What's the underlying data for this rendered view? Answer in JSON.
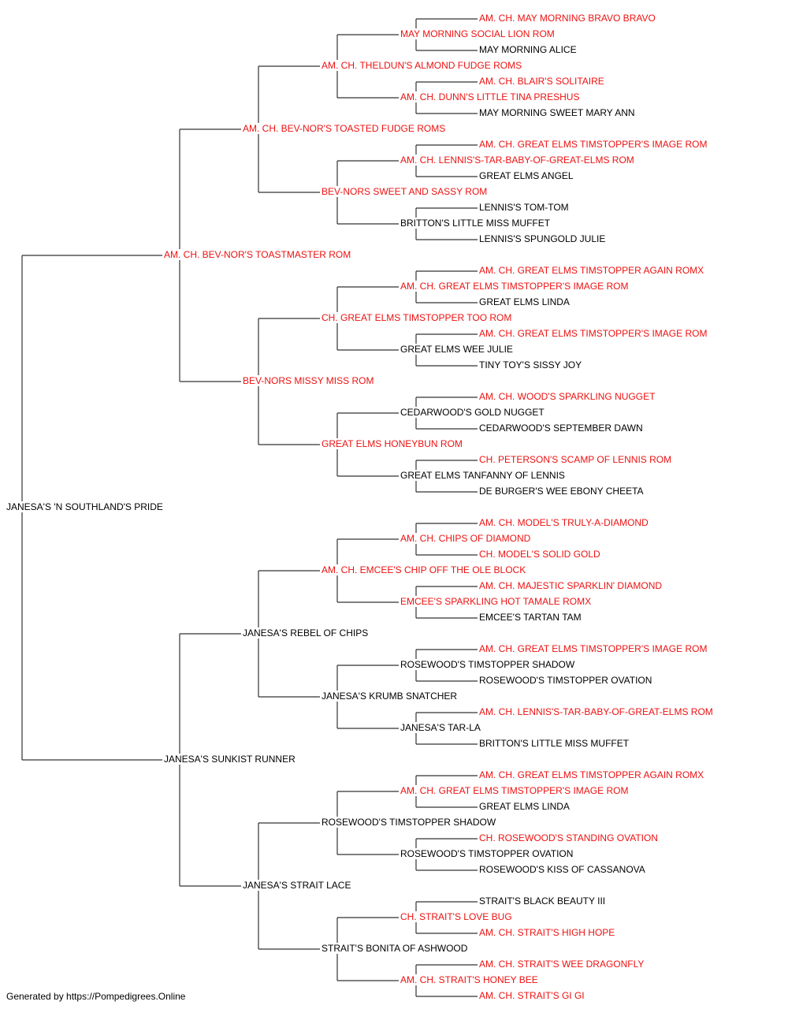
{
  "colors": {
    "titled": "#ee1111",
    "plain": "#000000",
    "line": "#333333"
  },
  "pedigree": {
    "subject": {
      "name": "JANESA'S 'N SOUTHLAND'S PRIDE",
      "titled": false
    },
    "sire": {
      "name": "AM. CH. BEV-NOR'S TOASTMASTER ROM",
      "titled": true
    },
    "dam": {
      "name": "JANESA'S SUNKIST RUNNER",
      "titled": false
    },
    "generation3": [
      {
        "name": "AM. CH. BEV-NOR'S TOASTED FUDGE ROMS",
        "titled": true
      },
      {
        "name": "BEV-NORS MISSY MISS ROM",
        "titled": true
      },
      {
        "name": "JANESA'S REBEL OF CHIPS",
        "titled": false
      },
      {
        "name": "JANESA'S STRAIT LACE",
        "titled": false
      }
    ],
    "generation4": [
      {
        "name": "AM. CH. THELDUN'S ALMOND FUDGE ROMS",
        "titled": true
      },
      {
        "name": "BEV-NORS SWEET AND SASSY ROM",
        "titled": true
      },
      {
        "name": "CH. GREAT ELMS TIMSTOPPER TOO ROM",
        "titled": true
      },
      {
        "name": "GREAT ELMS HONEYBUN ROM",
        "titled": true
      },
      {
        "name": "AM. CH. EMCEE'S CHIP OFF THE OLE BLOCK",
        "titled": true
      },
      {
        "name": "JANESA'S KRUMB SNATCHER",
        "titled": false
      },
      {
        "name": "ROSEWOOD'S TIMSTOPPER SHADOW",
        "titled": false
      },
      {
        "name": "STRAIT'S BONITA OF ASHWOOD",
        "titled": false
      }
    ],
    "generation5": [
      {
        "name": "MAY MORNING SOCIAL LION ROM",
        "titled": true
      },
      {
        "name": "AM. CH. DUNN'S LITTLE TINA PRESHUS",
        "titled": true
      },
      {
        "name": "AM. CH. LENNIS'S-TAR-BABY-OF-GREAT-ELMS ROM",
        "titled": true
      },
      {
        "name": "BRITTON'S LITTLE MISS MUFFET",
        "titled": false
      },
      {
        "name": "AM. CH. GREAT ELMS TIMSTOPPER'S IMAGE ROM",
        "titled": true
      },
      {
        "name": "GREAT ELMS WEE JULIE",
        "titled": false
      },
      {
        "name": "CEDARWOOD'S GOLD NUGGET",
        "titled": false
      },
      {
        "name": "GREAT ELMS TANFANNY OF LENNIS",
        "titled": false
      },
      {
        "name": "AM. CH. CHIPS OF DIAMOND",
        "titled": true
      },
      {
        "name": "EMCEE'S SPARKLING HOT TAMALE ROMX",
        "titled": true
      },
      {
        "name": "ROSEWOOD'S TIMSTOPPER SHADOW",
        "titled": false
      },
      {
        "name": "JANESA'S TAR-LA",
        "titled": false
      },
      {
        "name": "AM. CH. GREAT ELMS TIMSTOPPER'S IMAGE ROM",
        "titled": true
      },
      {
        "name": "ROSEWOOD'S TIMSTOPPER OVATION",
        "titled": false
      },
      {
        "name": "CH. STRAIT'S LOVE BUG",
        "titled": true
      },
      {
        "name": "AM. CH. STRAIT'S HONEY BEE",
        "titled": true
      }
    ],
    "generation6": [
      {
        "name": "AM. CH. MAY MORNING BRAVO BRAVO",
        "titled": true
      },
      {
        "name": "MAY MORNING ALICE",
        "titled": false
      },
      {
        "name": "AM. CH. BLAIR'S SOLITAIRE",
        "titled": true
      },
      {
        "name": "MAY MORNING SWEET MARY ANN",
        "titled": false
      },
      {
        "name": "AM. CH. GREAT ELMS TIMSTOPPER'S IMAGE ROM",
        "titled": true
      },
      {
        "name": "GREAT ELMS ANGEL",
        "titled": false
      },
      {
        "name": "LENNIS'S TOM-TOM",
        "titled": false
      },
      {
        "name": "LENNIS'S SPUNGOLD JULIE",
        "titled": false
      },
      {
        "name": "AM. CH. GREAT ELMS TIMSTOPPER AGAIN ROMX",
        "titled": true
      },
      {
        "name": "GREAT ELMS LINDA",
        "titled": false
      },
      {
        "name": "AM. CH. GREAT ELMS TIMSTOPPER'S IMAGE ROM",
        "titled": true
      },
      {
        "name": "TINY TOY'S SISSY JOY",
        "titled": false
      },
      {
        "name": "AM. CH. WOOD'S SPARKLING NUGGET",
        "titled": true
      },
      {
        "name": "CEDARWOOD'S SEPTEMBER DAWN",
        "titled": false
      },
      {
        "name": "CH. PETERSON'S SCAMP OF LENNIS ROM",
        "titled": true
      },
      {
        "name": "DE BURGER'S WEE EBONY CHEETA",
        "titled": false
      },
      {
        "name": "AM. CH. MODEL'S TRULY-A-DIAMOND",
        "titled": true
      },
      {
        "name": "CH. MODEL'S SOLID GOLD",
        "titled": true
      },
      {
        "name": "AM. CH. MAJESTIC SPARKLIN' DIAMOND",
        "titled": true
      },
      {
        "name": "EMCEE'S TARTAN TAM",
        "titled": false
      },
      {
        "name": "AM. CH. GREAT ELMS TIMSTOPPER'S IMAGE ROM",
        "titled": true
      },
      {
        "name": "ROSEWOOD'S TIMSTOPPER OVATION",
        "titled": false
      },
      {
        "name": "AM. CH. LENNIS'S-TAR-BABY-OF-GREAT-ELMS ROM",
        "titled": true
      },
      {
        "name": "BRITTON'S LITTLE MISS MUFFET",
        "titled": false
      },
      {
        "name": "AM. CH. GREAT ELMS TIMSTOPPER AGAIN ROMX",
        "titled": true
      },
      {
        "name": "GREAT ELMS LINDA",
        "titled": false
      },
      {
        "name": "CH. ROSEWOOD'S STANDING OVATION",
        "titled": true
      },
      {
        "name": "ROSEWOOD'S KISS OF CASSANOVA",
        "titled": false
      },
      {
        "name": "STRAIT'S BLACK BEAUTY III",
        "titled": false
      },
      {
        "name": "AM. CH. STRAIT'S HIGH HOPE",
        "titled": true
      },
      {
        "name": "AM. CH. STRAIT'S WEE DRAGONFLY",
        "titled": true
      },
      {
        "name": "AM. CH. STRAIT'S GI GI",
        "titled": true
      }
    ]
  },
  "footer": "Generated by https://Pompedigrees.Online"
}
